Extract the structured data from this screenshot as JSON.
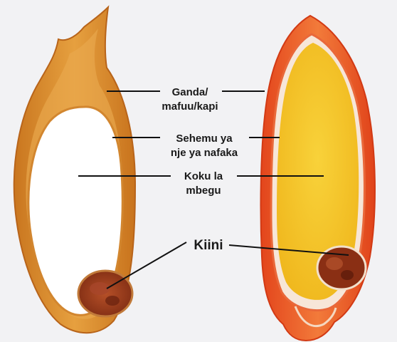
{
  "labels": {
    "husk": {
      "line1": "Ganda/",
      "line2": "mafuu/kapi"
    },
    "bran": {
      "line1": "Sehemu ya",
      "line2": "nje ya nafaka"
    },
    "endosperm": {
      "line1": "Koku la",
      "line2": "mbegu"
    },
    "germ": {
      "line1": "Kiini"
    }
  },
  "colors": {
    "background": "#f2f2f4",
    "husk_left": "#d98a2b",
    "husk_right": "#e8582a",
    "endosperm_left": "#ffffff",
    "endosperm_right": "#f4c52a",
    "germ": "#9a3a1c",
    "leader_line": "#111111"
  }
}
